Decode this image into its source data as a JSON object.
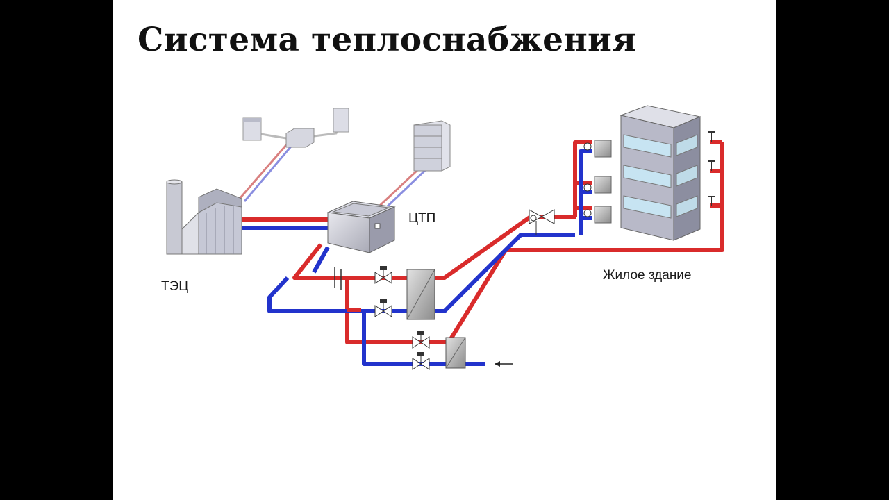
{
  "slide": {
    "title": "Система теплоснабжения",
    "labels": {
      "chp": "ТЭЦ",
      "ctp": "ЦТП",
      "building": "Жилое здание"
    }
  },
  "colors": {
    "supply_pipe": "#d92b2b",
    "return_pipe": "#2233cc",
    "background": "#ffffff",
    "frame": "#000000"
  },
  "icons": [
    "power-plant-icon",
    "substation-box-icon",
    "apartment-building-icon",
    "heat-exchanger-icon",
    "valve-icon",
    "radiator-icon",
    "tap-icon",
    "arrow-left-icon"
  ]
}
